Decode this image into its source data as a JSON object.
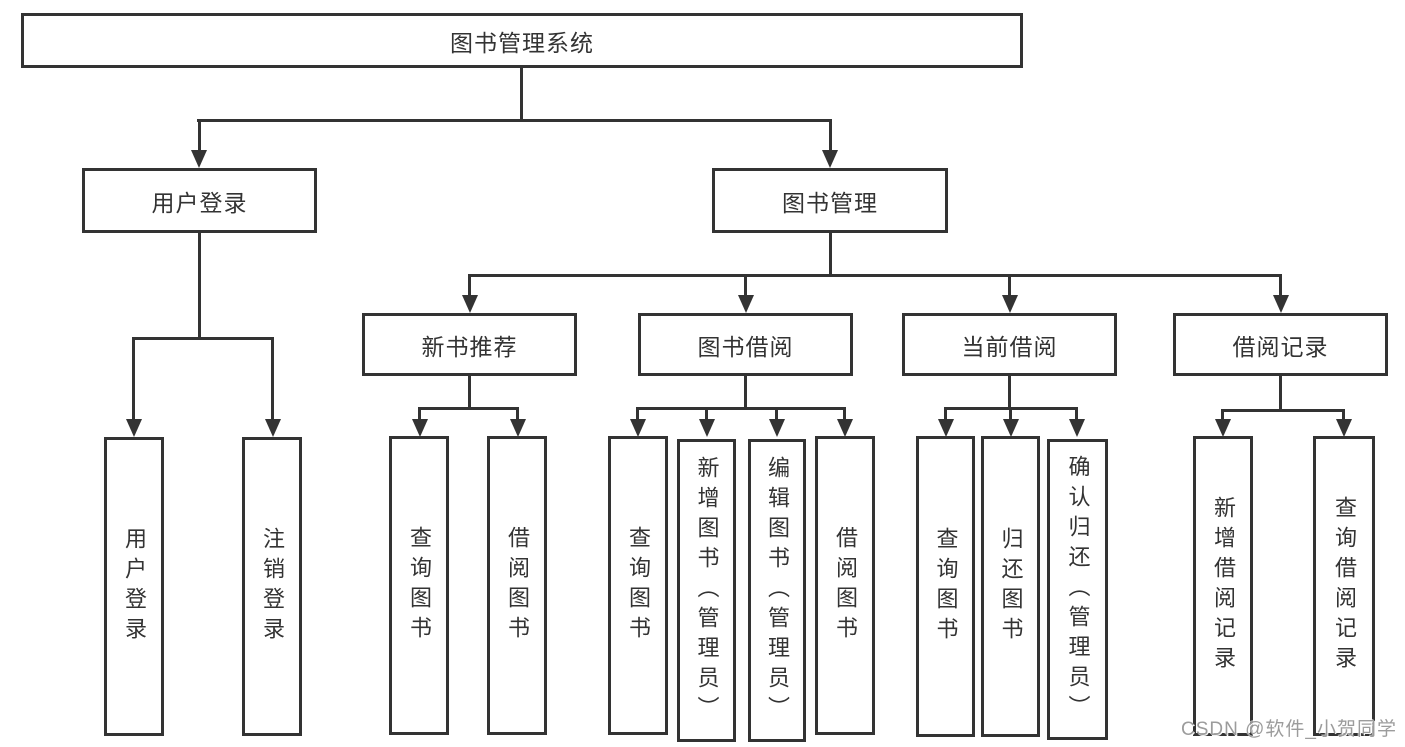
{
  "nodes": {
    "root": "图书管理系统",
    "level2": [
      "用户登录",
      "图书管理"
    ],
    "level3": [
      "新书推荐",
      "图书借阅",
      "当前借阅",
      "借阅记录"
    ],
    "leaves": {
      "login": [
        "用户登录",
        "注销登录"
      ],
      "newbook": [
        "查询图书",
        "借阅图书"
      ],
      "borrow": [
        "查询图书",
        "新增图书（管理员）",
        "编辑图书（管理员）",
        "借阅图书"
      ],
      "current": [
        "查询图书",
        "归还图书",
        "确认归还（管理员）"
      ],
      "records": [
        "新增借阅记录",
        "查询借阅记录"
      ]
    }
  },
  "watermark": "CSDN @软件_小贺同学",
  "colors": {
    "line": "#333333",
    "text": "#333333",
    "background": "#ffffff",
    "watermark": "#9c9c9c"
  }
}
